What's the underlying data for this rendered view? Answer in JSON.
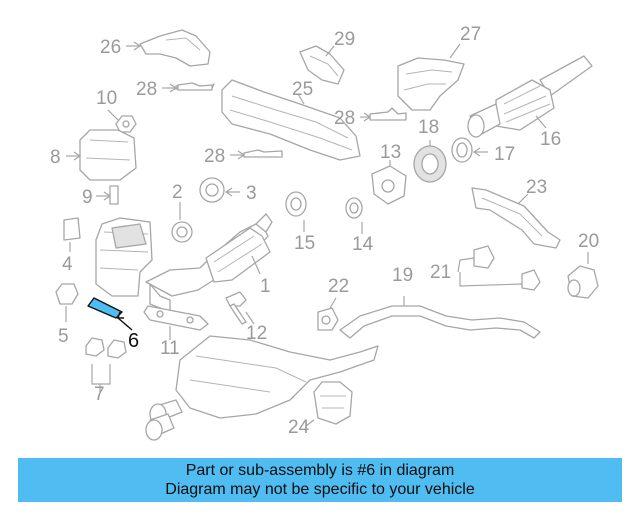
{
  "labels": [
    "1",
    "2",
    "3",
    "4",
    "5",
    "6",
    "7",
    "8",
    "9",
    "10",
    "11",
    "12",
    "13",
    "14",
    "15",
    "16",
    "17",
    "18",
    "19",
    "20",
    "21",
    "22",
    "23",
    "24",
    "25",
    "26",
    "27",
    "28",
    "28",
    "28",
    "29"
  ],
  "highlighted_part": "6",
  "banner": {
    "line1": "Part or sub-assembly is #6 in diagram",
    "line2": "Diagram may not be specific to your vehicle",
    "background": "#4fbdf1"
  },
  "colors": {
    "highlight_fill": "#4fbdf1",
    "line_art": "#a6a6a6",
    "label_text": "#9a9a9a"
  }
}
